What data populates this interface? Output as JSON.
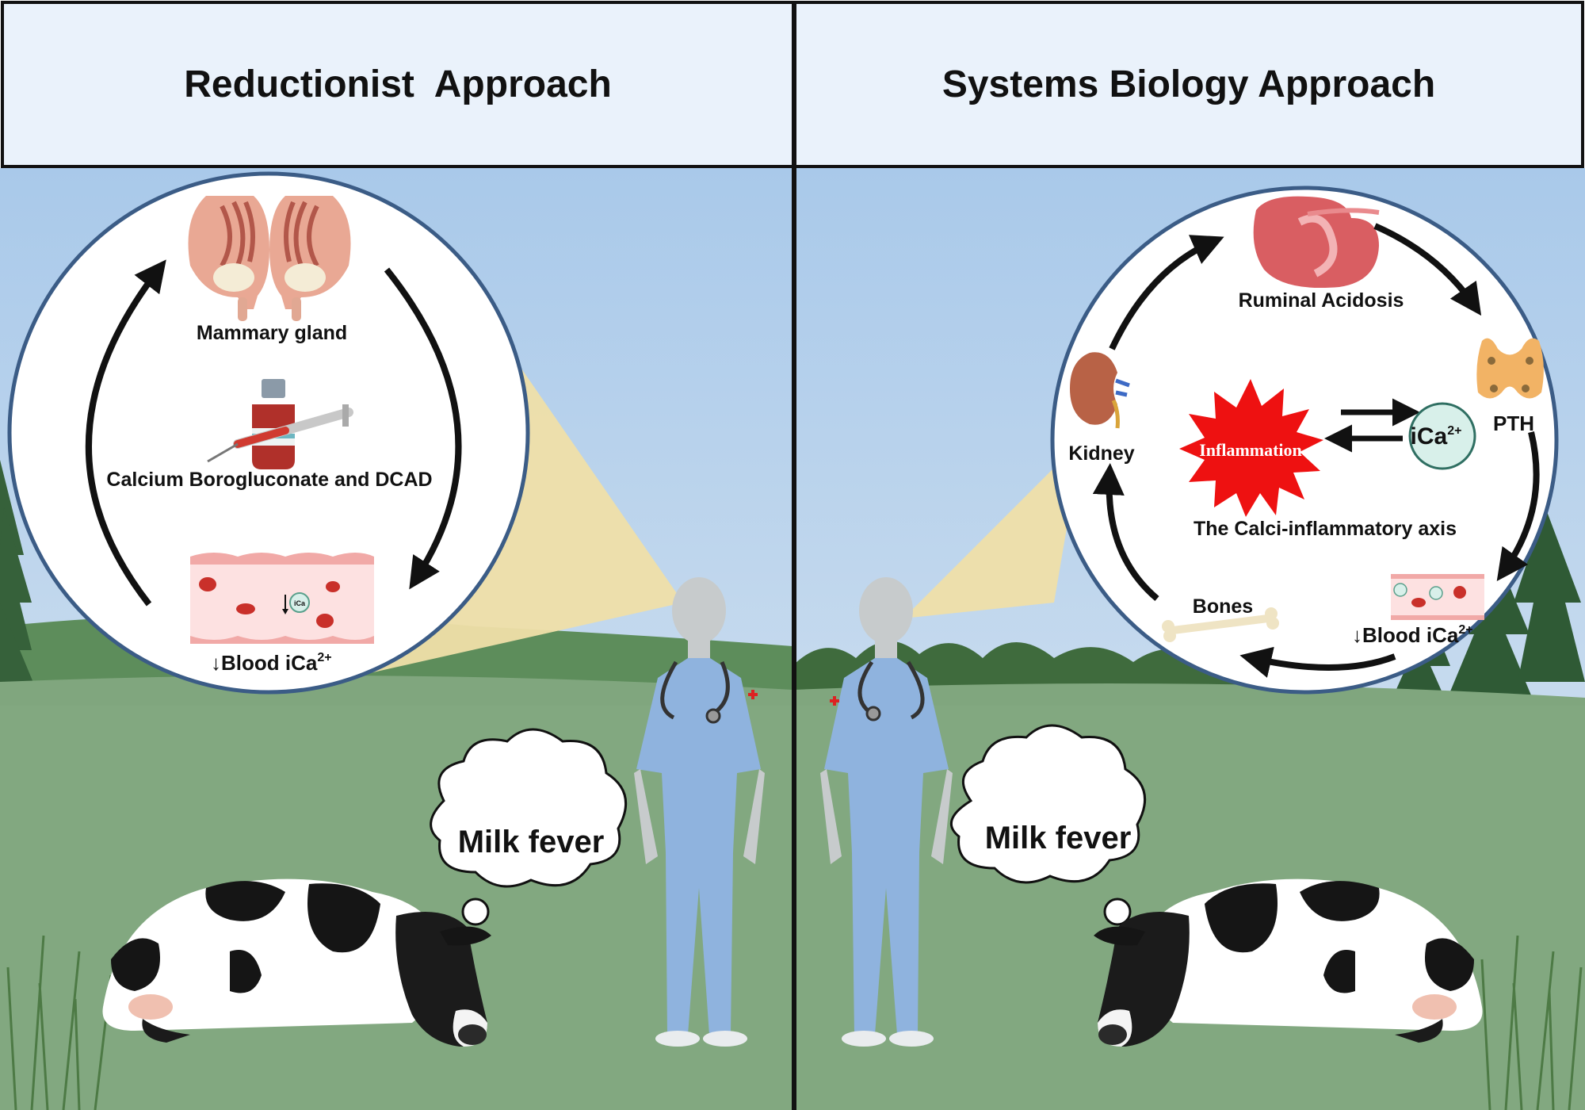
{
  "left_panel": {
    "title": "Reductionist  Approach",
    "labels": {
      "mammary": "Mammary gland",
      "treatment": "Calcium Borogluconate and DCAD",
      "blood_prefix": "↓Blood iCa",
      "ion": "iCa",
      "superscript": "2+"
    },
    "bubble_text": "Milk fever"
  },
  "right_panel": {
    "title": "Systems Biology Approach",
    "labels": {
      "ruminal": "Ruminal Acidosis",
      "pth": "PTH",
      "kidney": "Kidney",
      "inflammation": "Inflammation",
      "ion": "iCa",
      "superscript": "2+",
      "axis": "The Calci-inflammatory axis",
      "bones": "Bones",
      "blood_prefix": "↓Blood iCa"
    },
    "bubble_text": "Milk fever"
  },
  "colors": {
    "header_bg": "#eaf2fb",
    "sky_top": "#a9c9ea",
    "sky_bottom": "#dce8f2",
    "field": "#7fa57d",
    "hill": "#5f8f5b",
    "circle_border": "#3b5c86",
    "beam": "#f0dfa8",
    "scrubs": "#8fb3de",
    "inflammation_red": "#ee1111",
    "ion_circle": "#d8f0ea"
  }
}
